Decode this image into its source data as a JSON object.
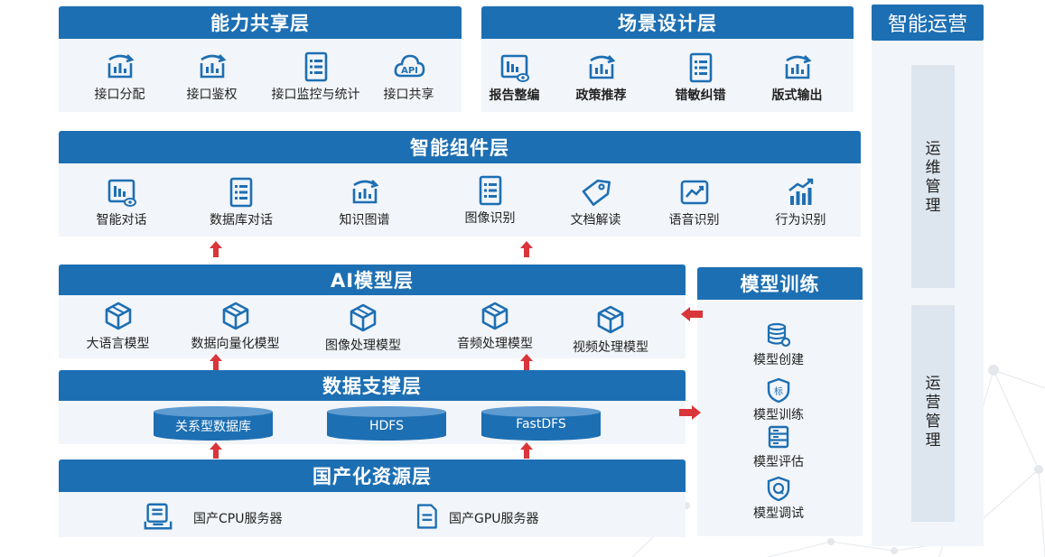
{
  "capability_layer": {
    "title": "能力共享层",
    "items": [
      {
        "label": "接口分配",
        "icon": "chart-refresh-icon"
      },
      {
        "label": "接口鉴权",
        "icon": "chart-refresh-icon"
      },
      {
        "label": "接口监控与统计",
        "icon": "list-document-icon"
      },
      {
        "label": "接口共享",
        "icon": "api-cloud-icon"
      }
    ]
  },
  "scenario_layer": {
    "title": "场景设计层",
    "items": [
      {
        "label": "报告整编",
        "icon": "chart-monitor-icon"
      },
      {
        "label": "政策推荐",
        "icon": "chart-refresh-icon"
      },
      {
        "label": "错敏纠错",
        "icon": "list-document-icon"
      },
      {
        "label": "版式输出",
        "icon": "chart-refresh-icon"
      }
    ]
  },
  "component_layer": {
    "title": "智能组件层",
    "items": [
      {
        "label": "智能对话",
        "icon": "chart-monitor-icon"
      },
      {
        "label": "数据库对话",
        "icon": "list-document-icon"
      },
      {
        "label": "知识图谱",
        "icon": "chart-refresh-icon"
      },
      {
        "label": "图像识别",
        "icon": "list-document-icon"
      },
      {
        "label": "文档解读",
        "icon": "tag-icon"
      },
      {
        "label": "语音识别",
        "icon": "trend-image-icon"
      },
      {
        "label": "行为识别",
        "icon": "bar-trend-icon"
      }
    ]
  },
  "model_layer": {
    "title": "AI模型层",
    "items": [
      {
        "label": "大语言模型",
        "icon": "cube-icon"
      },
      {
        "label": "数据向量化模型",
        "icon": "cube-icon"
      },
      {
        "label": "图像处理模型",
        "icon": "cube-icon"
      },
      {
        "label": "音频处理模型",
        "icon": "cube-icon"
      },
      {
        "label": "视频处理模型",
        "icon": "cube-icon"
      }
    ]
  },
  "data_layer": {
    "title": "数据支撑层",
    "items": [
      {
        "label": "关系型数据库",
        "icon": "database-cylinder-icon"
      },
      {
        "label": "HDFS",
        "icon": "database-cylinder-icon"
      },
      {
        "label": "FastDFS",
        "icon": "database-cylinder-icon"
      }
    ]
  },
  "resource_layer": {
    "title": "国产化资源层",
    "items": [
      {
        "label": "国产CPU服务器",
        "icon": "server-tray-icon"
      },
      {
        "label": "国产GPU服务器",
        "icon": "server-doc-icon"
      }
    ]
  },
  "training": {
    "title": "模型训练",
    "items": [
      {
        "label": "模型创建",
        "icon": "database-gear-icon"
      },
      {
        "label": "模型训练",
        "icon": "shield-badge-icon"
      },
      {
        "label": "模型评估",
        "icon": "server-stack-icon"
      },
      {
        "label": "模型调试",
        "icon": "shield-q-icon"
      }
    ]
  },
  "operations": {
    "title": "智能运营",
    "panels": [
      {
        "label": "运维管理"
      },
      {
        "label": "运营管理"
      }
    ]
  },
  "colors": {
    "header_blue": "#1d6fb3",
    "panel_bg": "#f2f5f9",
    "icon_blue": "#1d6fb3",
    "arrow_red": "#d9353a"
  }
}
